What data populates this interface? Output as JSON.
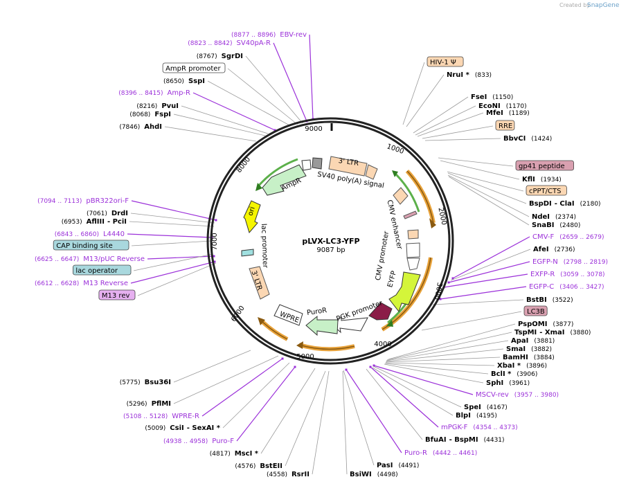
{
  "credit": {
    "prefix": "Created by",
    "brand": "SnapGene"
  },
  "plasmid": {
    "name": "pLVX-LC3-YFP",
    "length": "9087 bp"
  },
  "colors": {
    "primer": "#9b30d9",
    "feature_peach": "#fbd7b3",
    "feature_green": "#c7f0c7",
    "feature_yellow": "#f5f500",
    "feature_cyan": "#a0e0e0",
    "feature_pink": "#d9a0b0",
    "primer_arc": "#e8a23a"
  },
  "ticks": [
    {
      "label": "1000"
    },
    {
      "label": "2000"
    },
    {
      "label": "3000"
    },
    {
      "label": "4000"
    },
    {
      "label": "5000"
    },
    {
      "label": "6000"
    },
    {
      "label": "7000"
    },
    {
      "label": "8000"
    },
    {
      "label": "9000"
    }
  ],
  "inner_labels": [
    {
      "text": "3' LTR"
    },
    {
      "text": "SV40 poly(A) signal"
    },
    {
      "text": "CMV enhancer"
    },
    {
      "text": "CMV promoter"
    },
    {
      "text": "EYFP"
    },
    {
      "text": "PGK promoter"
    },
    {
      "text": "PuroR"
    },
    {
      "text": "WPRE"
    },
    {
      "text": "3' LTR"
    },
    {
      "text": "lac promoter"
    },
    {
      "text": "ori"
    },
    {
      "text": "AmpR"
    }
  ],
  "labels": [
    {
      "type": "primer",
      "pos": "(8877 .. 8896)",
      "name": "EBV-rev"
    },
    {
      "type": "primer",
      "pos": "(8823 .. 8842)",
      "name": "SV40pA-R"
    },
    {
      "type": "site",
      "pos": "(8767)",
      "name": "SgrDI"
    },
    {
      "type": "box",
      "name": "AmpR promoter",
      "fill": "#ffffff"
    },
    {
      "type": "site",
      "pos": "(8650)",
      "name": "SspI"
    },
    {
      "type": "primer",
      "pos": "(8396 .. 8415)",
      "name": "Amp-R"
    },
    {
      "type": "site",
      "pos": "(8216)",
      "name": "PvuI"
    },
    {
      "type": "site",
      "pos": "(8068)",
      "name": "FspI"
    },
    {
      "type": "site",
      "pos": "(7846)",
      "name": "AhdI"
    },
    {
      "type": "primer",
      "pos": "(7094 .. 7113)",
      "name": "pBR322ori-F"
    },
    {
      "type": "site",
      "pos": "(7061)",
      "name": "DrdI"
    },
    {
      "type": "site",
      "pos": "(6953)",
      "name": "AflIII",
      "name2": "- PciI"
    },
    {
      "type": "primer",
      "pos": "(6843 .. 6860)",
      "name": "L4440"
    },
    {
      "type": "box",
      "name": "CAP binding site",
      "fill": "#a9d8de"
    },
    {
      "type": "primer",
      "pos": "(6625 .. 6647)",
      "name": "M13/pUC Reverse"
    },
    {
      "type": "box",
      "name": "lac operator",
      "fill": "#a9d8de"
    },
    {
      "type": "primer",
      "pos": "(6612 .. 6628)",
      "name": "M13 Reverse"
    },
    {
      "type": "box",
      "name": "M13 rev",
      "fill": "#e6b0f0"
    },
    {
      "type": "box",
      "name": "HIV-1 Ψ",
      "fill": "#fbd7b3"
    },
    {
      "type": "site",
      "name": "NruI *",
      "pos": "(833)"
    },
    {
      "type": "site",
      "name": "FseI",
      "pos": "(1150)"
    },
    {
      "type": "site",
      "name": "EcoNI",
      "pos": "(1170)"
    },
    {
      "type": "site",
      "name": "MfeI",
      "pos": "(1189)"
    },
    {
      "type": "box",
      "name": "RRE",
      "fill": "#fbd7b3"
    },
    {
      "type": "site",
      "name": "BbvCI",
      "pos": "(1424)"
    },
    {
      "type": "box",
      "name": "gp41 peptide",
      "fill": "#d9a0b0"
    },
    {
      "type": "site",
      "name": "KflI",
      "pos": "(1934)"
    },
    {
      "type": "box",
      "name": "cPPT/CTS",
      "fill": "#fbd7b3"
    },
    {
      "type": "site",
      "name": "BspDI",
      "name2": "- ClaI",
      "pos": "(2180)"
    },
    {
      "type": "site",
      "name": "NdeI",
      "pos": "(2374)"
    },
    {
      "type": "site",
      "name": "SnaBI",
      "pos": "(2480)"
    },
    {
      "type": "primer",
      "name": "CMV-F",
      "pos": "(2659 .. 2679)"
    },
    {
      "type": "site",
      "name": "AfeI",
      "pos": "(2736)"
    },
    {
      "type": "primer",
      "name": "EGFP-N",
      "pos": "(2798 .. 2819)"
    },
    {
      "type": "primer",
      "name": "EXFP-R",
      "pos": "(3059 .. 3078)"
    },
    {
      "type": "primer",
      "name": "EGFP-C",
      "pos": "(3406 .. 3427)"
    },
    {
      "type": "site",
      "name": "BstBI",
      "pos": "(3522)"
    },
    {
      "type": "box",
      "name": "LC3B",
      "fill": "#d9a0b0"
    },
    {
      "type": "site",
      "name": "PspOMI",
      "pos": "(3877)"
    },
    {
      "type": "site",
      "name": "TspMI",
      "name2": "- XmaI",
      "pos": "(3880)"
    },
    {
      "type": "site",
      "name": "ApaI",
      "pos": "(3881)"
    },
    {
      "type": "site",
      "name": "SmaI",
      "pos": "(3882)"
    },
    {
      "type": "site",
      "name": "BamHI",
      "pos": "(3884)"
    },
    {
      "type": "site",
      "name": "XbaI *",
      "pos": "(3896)"
    },
    {
      "type": "site",
      "name": "BclI *",
      "pos": "(3906)"
    },
    {
      "type": "site",
      "name": "SphI",
      "pos": "(3961)"
    },
    {
      "type": "primer",
      "name": "MSCV-rev",
      "pos": "(3957 .. 3980)"
    },
    {
      "type": "site",
      "name": "SpeI",
      "pos": "(4167)"
    },
    {
      "type": "site",
      "name": "BlpI",
      "pos": "(4195)"
    },
    {
      "type": "primer",
      "name": "mPGK-F",
      "pos": "(4354 .. 4373)"
    },
    {
      "type": "site",
      "name": "BfuAI",
      "name2": "- BspMI",
      "pos": "(4431)"
    },
    {
      "type": "primer",
      "name": "Puro-R",
      "pos": "(4442 .. 4461)"
    },
    {
      "type": "site",
      "name": "PasI",
      "pos": "(4491)"
    },
    {
      "type": "site",
      "name": "BsiWI",
      "pos": "(4498)"
    },
    {
      "type": "site",
      "pos": "(4558)",
      "name": "RsrII"
    },
    {
      "type": "site",
      "pos": "(4576)",
      "name": "BstEII"
    },
    {
      "type": "site",
      "pos": "(4817)",
      "name": "MscI *"
    },
    {
      "type": "primer",
      "pos": "(4938 .. 4958)",
      "name": "Puro-F"
    },
    {
      "type": "site",
      "pos": "(5009)",
      "name": "CsiI",
      "name2": "- SexAI *"
    },
    {
      "type": "primer",
      "pos": "(5108 .. 5128)",
      "name": "WPRE-R"
    },
    {
      "type": "site",
      "pos": "(5296)",
      "name": "PflMI"
    },
    {
      "type": "site",
      "pos": "(5775)",
      "name": "Bsu36I"
    }
  ]
}
